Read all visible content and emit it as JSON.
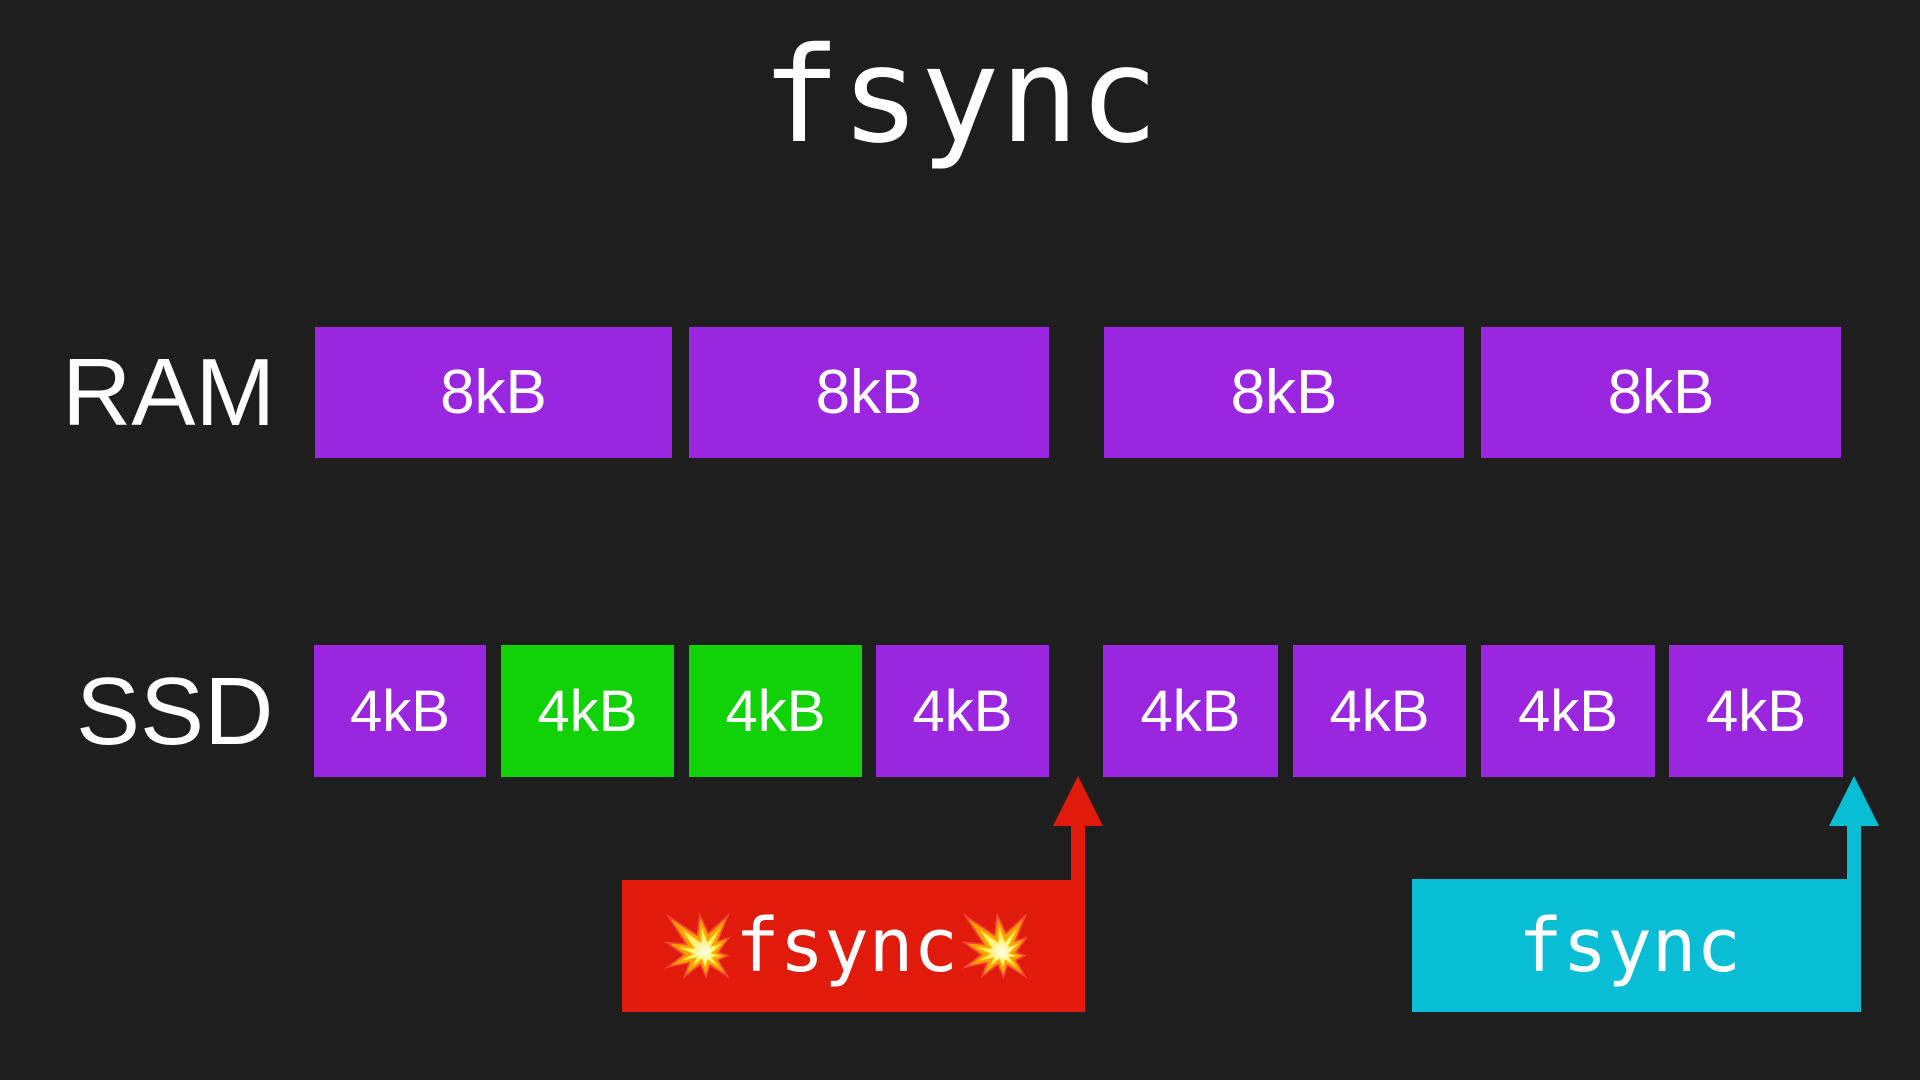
{
  "page": {
    "background_color": "#1e1e1e",
    "title": "fsync"
  },
  "colors": {
    "background": "#1e1e1e",
    "text": "#ffffff",
    "ram_block": "#9b26e0",
    "ssd_block_clean": "#9b26e0",
    "ssd_block_flushed": "#10d206",
    "fsync_failed": "#e01b0c",
    "fsync_ok": "#09bdd4"
  },
  "rows": [
    {
      "label": "RAM",
      "blocks": [
        {
          "text": "8kB",
          "color": "purple"
        },
        {
          "text": "8kB",
          "color": "purple"
        },
        {
          "text": "8kB",
          "color": "purple"
        },
        {
          "text": "8kB",
          "color": "purple"
        }
      ]
    },
    {
      "label": "SSD",
      "blocks": [
        {
          "text": "4kB",
          "color": "purple"
        },
        {
          "text": "4kB",
          "color": "green"
        },
        {
          "text": "4kB",
          "color": "green"
        },
        {
          "text": "4kB",
          "color": "purple"
        },
        {
          "text": "4kB",
          "color": "purple"
        },
        {
          "text": "4kB",
          "color": "purple"
        },
        {
          "text": "4kB",
          "color": "purple"
        },
        {
          "text": "4kB",
          "color": "purple"
        }
      ]
    }
  ],
  "callouts": [
    {
      "id": "fsync-failed",
      "label": "fsync",
      "left_icon": "collision-icon",
      "left_glyph": "💥",
      "right_icon": "collision-icon",
      "right_glyph": "💥",
      "color": "#e01b0c",
      "arrow_color": "#e01b0c"
    },
    {
      "id": "fsync-ok",
      "label": "fsync",
      "left_glyph": "",
      "right_glyph": "",
      "color": "#09bdd4",
      "arrow_color": "#09bdd4"
    }
  ]
}
